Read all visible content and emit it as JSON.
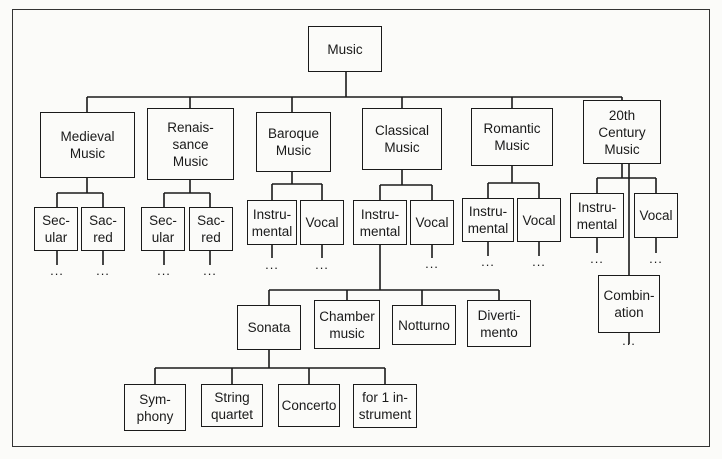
{
  "root": "Music",
  "periods": {
    "medieval": "Medieval\nMusic",
    "renaissance": "Renais-\nsance\nMusic",
    "baroque": "Baroque\nMusic",
    "classical": "Classical\nMusic",
    "romantic": "Romantic\nMusic",
    "century20": "20th\nCentury\nMusic"
  },
  "subgenres": {
    "medieval_secular": "Sec-\nular",
    "medieval_sacred": "Sac-\nred",
    "renaissance_secular": "Sec-\nular",
    "renaissance_sacred": "Sac-\nred",
    "baroque_instrumental": "Instru-\nmental",
    "baroque_vocal": "Vocal",
    "classical_instrumental": "Instru-\nmental",
    "classical_vocal": "Vocal",
    "romantic_instrumental": "Instru-\nmental",
    "romantic_vocal": "Vocal",
    "century20_instrumental": "Instru-\nmental",
    "century20_vocal": "Vocal",
    "century20_combination": "Combin-\nation"
  },
  "instrumental_forms": {
    "sonata": "Sonata",
    "chamber": "Chamber\nmusic",
    "notturno": "Notturno",
    "divertimento": "Diverti-\nmento"
  },
  "sonata_forms": {
    "symphony": "Sym-\nphony",
    "string_quartet": "String\nquartet",
    "concerto": "Concerto",
    "solo": "for 1 in-\nstrument"
  },
  "ellipsis": "..."
}
